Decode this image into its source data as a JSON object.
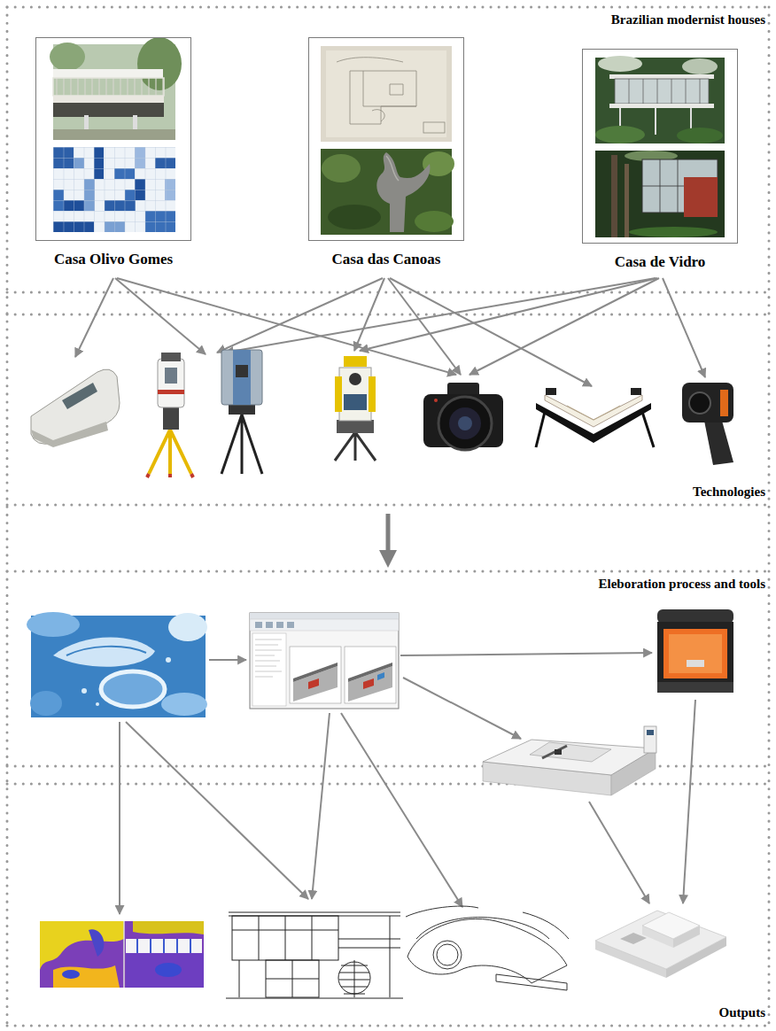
{
  "diagram": {
    "nodes": [
      {
        "text": [
          "Brazilian modernist houses"
        ]
      },
      {
        "text": [
          "Casa Olivo Gomes"
        ],
        "in": 0
      },
      {
        "text": [
          "Casa das Canoas"
        ],
        "in": 0
      },
      {
        "text": [
          "Casa de Vidro"
        ],
        "in": 0
      },
      {
        "text": [
          "Technologies"
        ]
      },
      {
        "text": [
          "Eleboration process and tools"
        ]
      },
      {
        "text": [
          "Outputs"
        ]
      }
    ],
    "edges": [
      {
        "from": 4,
        "to": 5,
        "arrow": "to"
      }
    ]
  }
}
